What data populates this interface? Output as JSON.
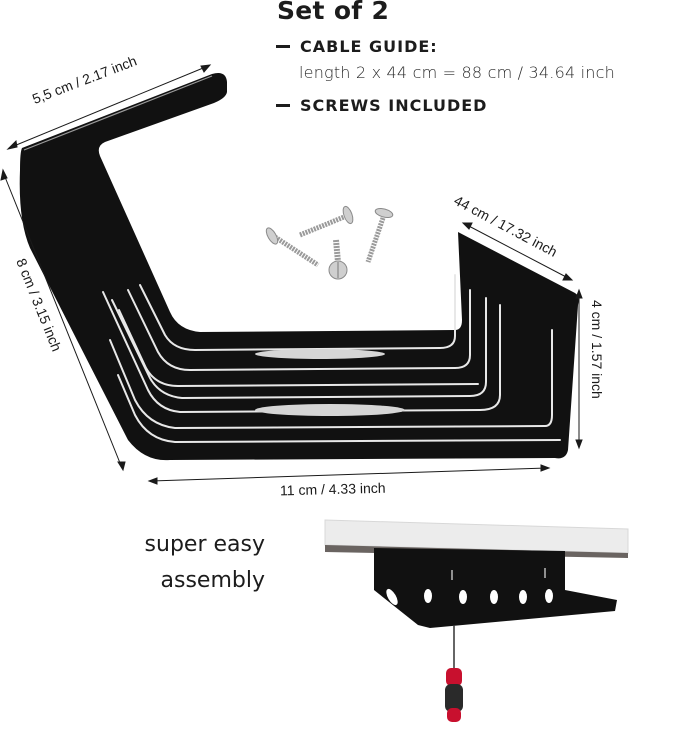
{
  "heading": {
    "title": "Set of 2",
    "bullets": [
      {
        "label": "CABLE GUIDE:",
        "detail": "length 2 x 44 cm = 88 cm / 34.64 inch"
      },
      {
        "label": "SCREWS INCLUDED"
      }
    ]
  },
  "dimensions": {
    "top_width": "5,5 cm / 2.17 inch",
    "height": "8 cm / 3.15 inch",
    "length": "44 cm / 17.32 inch",
    "side_height": "4 cm / 1.57 inch",
    "depth": "11 cm / 4.33 inch"
  },
  "assembly": {
    "line1": "super easy",
    "line2": "assembly"
  },
  "colors": {
    "bracket": "#111111",
    "background": "#ffffff",
    "shelf": "#e8e8e8",
    "screwdriver_handle": "#c8102e"
  }
}
